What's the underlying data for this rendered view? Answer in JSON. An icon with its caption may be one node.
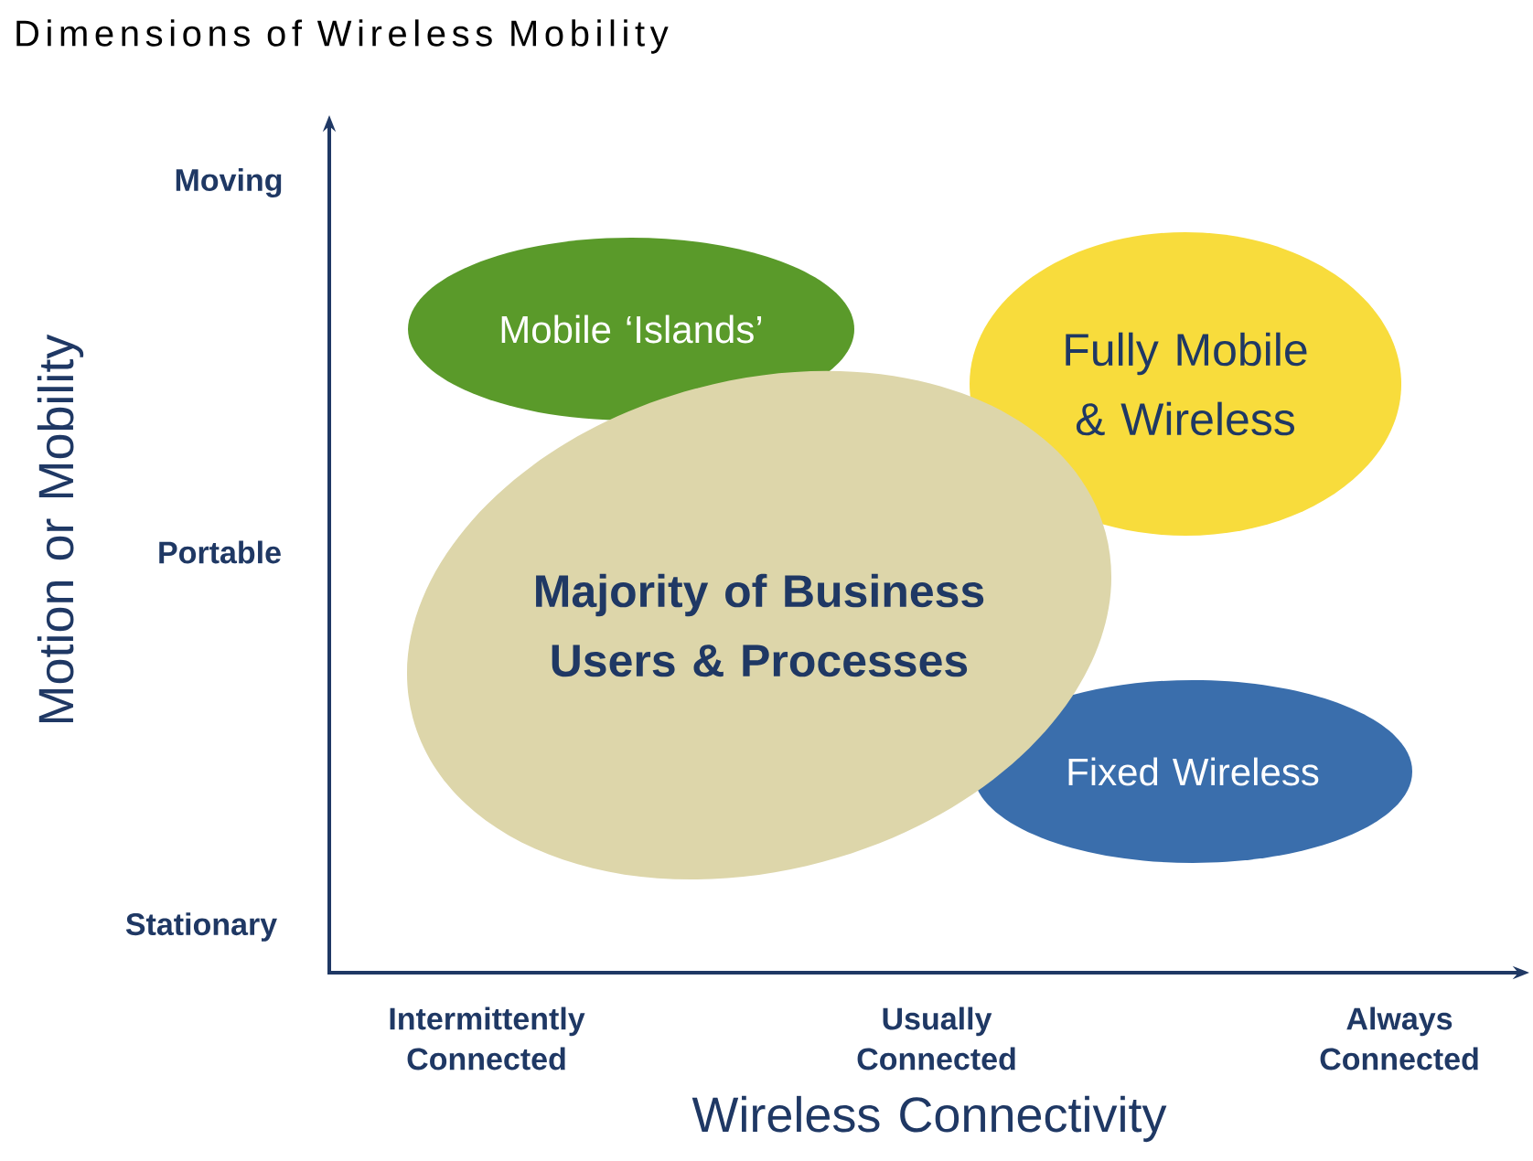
{
  "diagram": {
    "title": "Dimensions of Wireless Mobility",
    "nodes": [
      {
        "text": [
          "Mobile ‘Islands’"
        ]
      },
      {
        "text": [
          "Fully Mobile & Wireless"
        ]
      },
      {
        "text": [
          "Majority of Business Users & Processes"
        ]
      },
      {
        "text": [
          "Fixed Wireless"
        ]
      }
    ],
    "labels": [
      "Moving",
      "Portable",
      "Stationary",
      "Motion or Mobility",
      "Intermittently Connected",
      "Usually Connected",
      "Always Connected",
      "Wireless Connectivity"
    ]
  }
}
